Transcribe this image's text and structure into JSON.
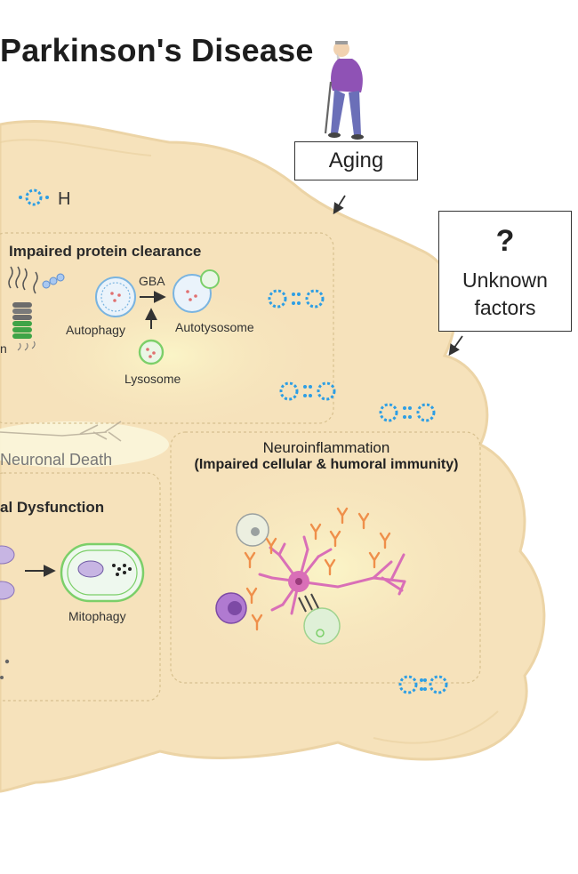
{
  "title": "Parkinson's Disease",
  "aging": {
    "label": "Aging"
  },
  "unknown_factors": {
    "mark": "?",
    "label": "Unknown factors"
  },
  "hydrogen_label": "H",
  "protein_clearance": {
    "title": "Impaired protein clearance",
    "gba": "GBA",
    "autophagy": "Autophagy",
    "autolysosome": "Autotysosome",
    "lysosome": "Lysosome",
    "fragment_left": "n"
  },
  "neuronal_death": "Neuronal Death",
  "mito_dysfunction": {
    "title": "al Dysfunction",
    "mitophagy": "Mitophagy"
  },
  "neuroinflammation": {
    "title": "Neuroinflammation",
    "subtitle": "(Impaired cellular & humoral immunity)"
  },
  "colors": {
    "brain_fill": "#f6e2bb",
    "brain_edge": "#e9cf9a",
    "ros_blue": "#2d9ee4",
    "arrow": "#333333",
    "neuron_pink": "#d96fb7",
    "antibody_orange": "#ef8f4a",
    "lysosome_green": "#7ccf69",
    "mito_purple": "#b9a6d9"
  },
  "icons": [
    "elderly-person-icon",
    "ros-molecule-icon",
    "neuron-icon",
    "antibody-icon",
    "mitochondrion-icon"
  ]
}
